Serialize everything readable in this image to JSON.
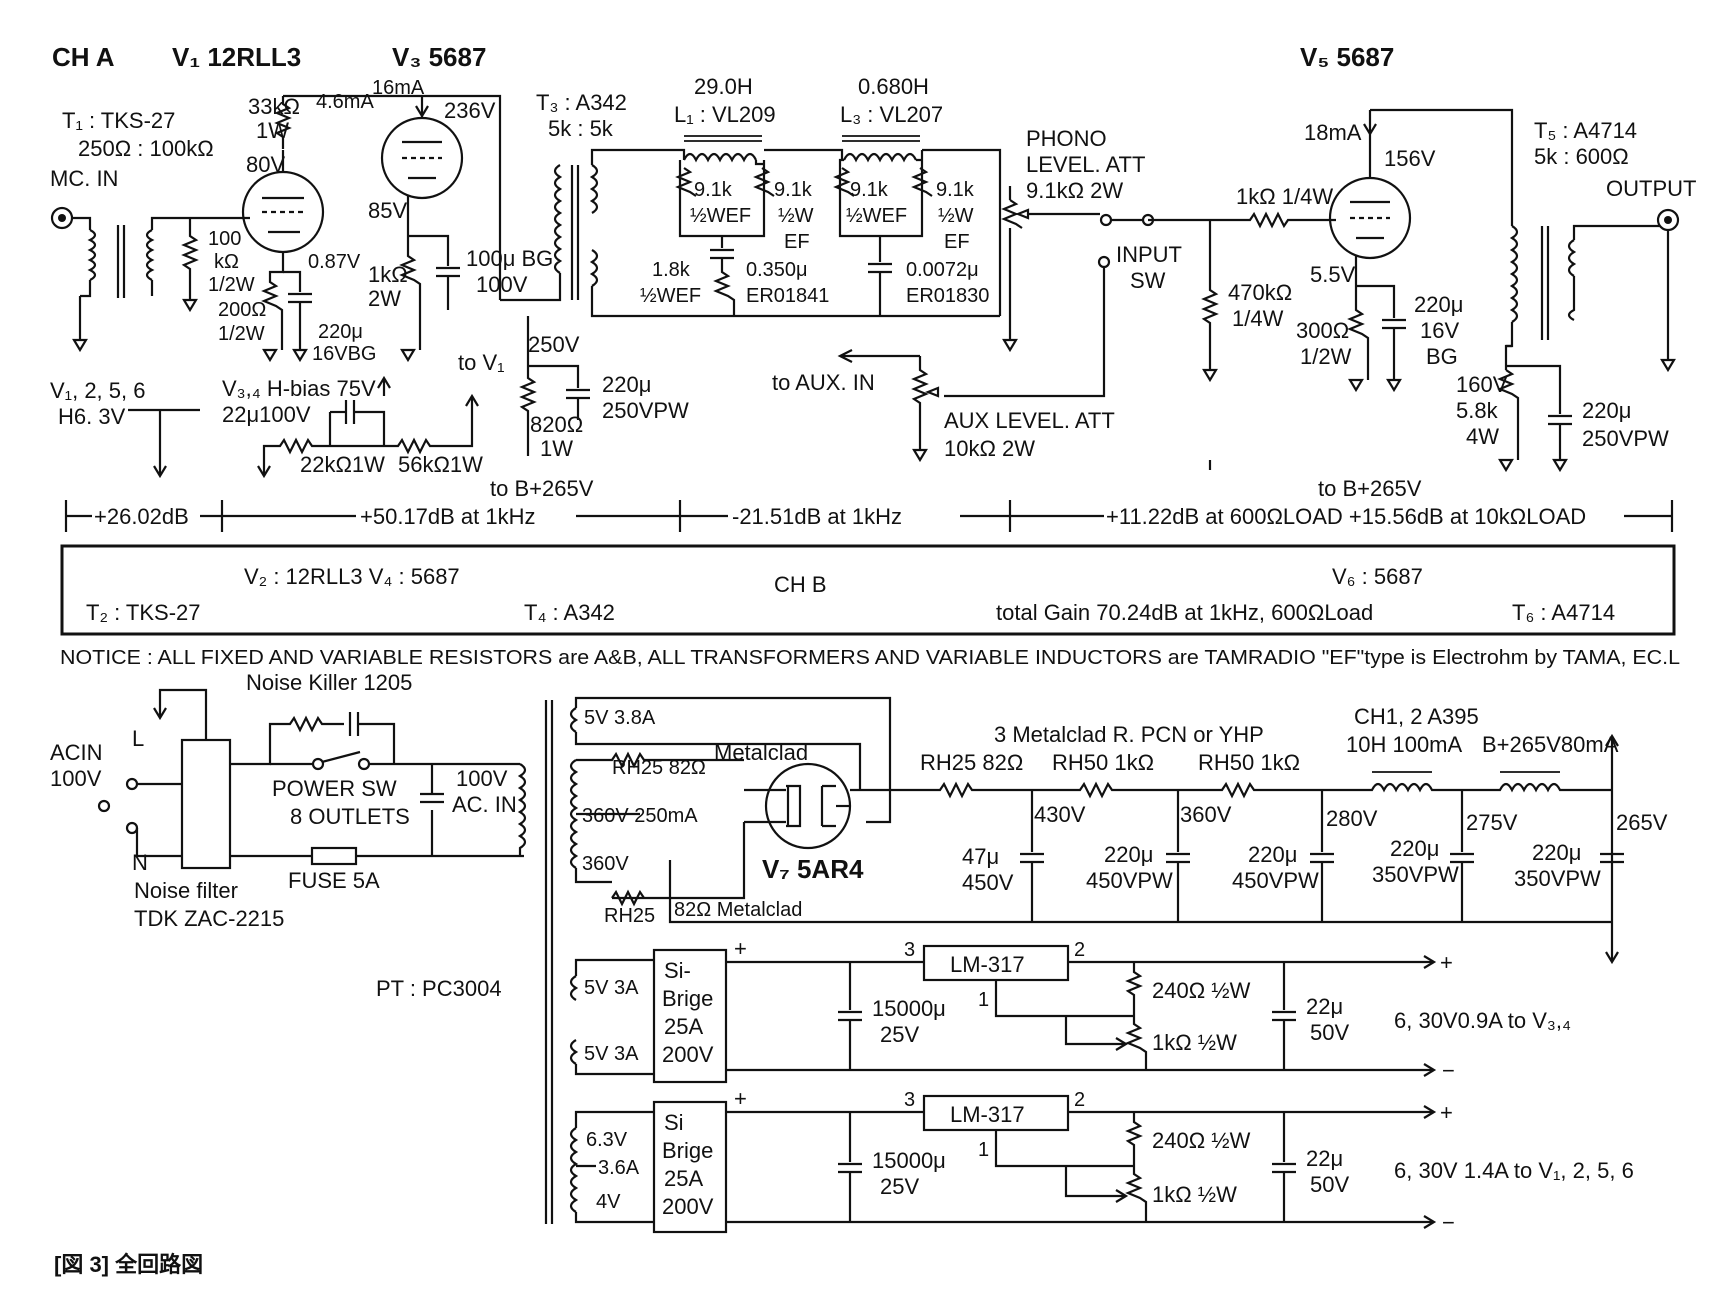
{
  "ch_a": {
    "title": "CH A",
    "v1": "V₁ 12RLL3",
    "v3": "V₃ 5687",
    "v5": "V₅ 5687",
    "t1": [
      "T₁ : TKS-27",
      "250Ω : 100kΩ"
    ],
    "mc_in": "MC. IN",
    "r33k": [
      "33kΩ",
      "1W"
    ],
    "i46": "4.6mA",
    "i16": "16mA",
    "v236": "236V",
    "v80": "80V",
    "v85": "85V",
    "r100k": [
      "100",
      "kΩ",
      "1/2W"
    ],
    "v087": "0.87V",
    "r200": [
      "200Ω",
      "1/2W"
    ],
    "c220_16": [
      "220μ",
      "16VBG"
    ],
    "r1k2w": [
      "1kΩ",
      "2W"
    ],
    "c100bg": [
      "100μ BG",
      "100V"
    ],
    "t3": [
      "T₃ : A342",
      "5k : 5k"
    ],
    "l1": [
      "29.0H",
      "L₁ : VL209"
    ],
    "l3": [
      "0.680H",
      "L₃ : VL207"
    ],
    "r91_a": [
      "9.1k",
      "½WEF"
    ],
    "r91_b": [
      "9.1k",
      "½W",
      "EF"
    ],
    "r91_c": [
      "9.1k",
      "½WEF"
    ],
    "r91_d": [
      "9.1k",
      "½W",
      "EF"
    ],
    "r18k": [
      "1.8k",
      "½WEF"
    ],
    "c0350": [
      "0.350μ",
      "ER01841"
    ],
    "c00072": [
      "0.0072μ",
      "ER01830"
    ],
    "phono": [
      "PHONO",
      "LEVEL. ATT",
      "9.1kΩ 2W"
    ],
    "input_sw": [
      "INPUT",
      "SW"
    ],
    "r1k14": "1kΩ 1/4W",
    "r470k": [
      "470kΩ",
      "1/4W"
    ],
    "i18": "18mA",
    "v156": "156V",
    "v55": "5.5V",
    "r300": [
      "300Ω",
      "1/2W"
    ],
    "c220_16bg": [
      "220μ",
      "16V",
      "BG"
    ],
    "t5": [
      "T₅ : A4714",
      "5k : 600Ω"
    ],
    "output": "OUTPUT",
    "heater": [
      "V₁, 2, 5, 6",
      "H6. 3V"
    ],
    "hbias": [
      "V₃,₄ H-bias 75V",
      "22μ100V"
    ],
    "r22k": "22kΩ1W",
    "r56k": "56kΩ1W",
    "to_v1": "to V₁",
    "v250": "250V",
    "r820": [
      "820Ω",
      "1W"
    ],
    "c220_250": [
      "220μ",
      "250VPW"
    ],
    "to_b_left": "to B+265V",
    "to_aux": "to AUX. IN",
    "aux_att": [
      "AUX LEVEL. ATT",
      "10kΩ 2W"
    ],
    "v160": "160V",
    "r58k": [
      "5.8k",
      "4W"
    ],
    "c220_250b": [
      "220μ",
      "250VPW"
    ],
    "to_b_right": "to B+265V"
  },
  "gain": {
    "seg1": "+26.02dB",
    "seg2": "+50.17dB at 1kHz",
    "seg3": "-21.51dB at 1kHz",
    "seg4": "+11.22dB at 600ΩLOAD  +15.56dB at 10kΩLOAD"
  },
  "ch_b": {
    "v2v4": "V₂ : 12RLL3  V₄ : 5687",
    "title": "CH B",
    "v6": "V₆ : 5687",
    "t2": "T₂ : TKS-27",
    "t4": "T₄ : A342",
    "total": "total Gain 70.24dB at 1kHz, 600ΩLoad",
    "t6": "T₆ : A4714"
  },
  "notice": "NOTICE : ALL FIXED AND VARIABLE RESISTORS are A&B, ALL TRANSFORMERS AND VARIABLE INDUCTORS are TAMRADIO \"EF\"type is Electrohm by TAMA, EC.L",
  "psu": {
    "acin": [
      "ACIN",
      "100V"
    ],
    "l": "L",
    "n": "N",
    "noise_killer": "Noise Killer 1205",
    "power_sw": "POWER SW",
    "outlets": "8 OUTLETS",
    "ac_in": [
      "100V",
      "AC. IN"
    ],
    "fuse": "FUSE 5A",
    "noise_filter": [
      "Noise filter",
      "TDK ZAC-2215"
    ],
    "pt": "PT : PC3004",
    "w5v38": "5V 3.8A",
    "rh25_82_a": "RH25 82Ω",
    "metalclad": "Metalclad",
    "w360_250": "360V 250mA",
    "w360": "360V",
    "rh25": "RH25",
    "r82_metalclad": "82Ω Metalclad",
    "v7": "V₇ 5AR4",
    "metalclad_r": "3 Metalclad R.  PCN or YHP",
    "ch12": [
      "CH1, 2  A395",
      "10H 100mA"
    ],
    "bplus": "B+265V80mA",
    "rh25_82_b": "RH25 82Ω",
    "rh50_a": "RH50 1kΩ",
    "rh50_b": "RH50 1kΩ",
    "v430": "430V",
    "v360b": "360V",
    "v280": "280V",
    "v275": "275V",
    "v265": "265V",
    "c47": [
      "47μ",
      "450V"
    ],
    "c220_450a": [
      "220μ",
      "450VPW"
    ],
    "c220_450b": [
      "220μ",
      "450VPW"
    ],
    "c220_350a": [
      "220μ",
      "350VPW"
    ],
    "c220_350b": [
      "220μ",
      "350VPW"
    ],
    "w5v3a_1": "5V 3A",
    "w5v3a_2": "5V 3A",
    "w63v": "6.3V",
    "w36a": "3.6A",
    "w4v": "4V",
    "bridge": [
      "Si-",
      "Brige",
      "25A",
      "200V"
    ],
    "bridge2": [
      "Si",
      "Brige",
      "25A",
      "200V"
    ],
    "c15000": [
      "15000μ",
      "25V"
    ],
    "lm317": "LM-317",
    "pin1": "1",
    "pin2": "2",
    "pin3": "3",
    "plus": "+",
    "minus": "−",
    "r240": "240Ω ½W",
    "r1k": "1kΩ ½W",
    "c22": [
      "22μ",
      "50V"
    ],
    "out1": "6, 30V0.9A  to V₃,₄",
    "out2": "6, 30V 1.4A  to V₁, 2, 5, 6"
  },
  "caption": "[図 3]  全回路図"
}
